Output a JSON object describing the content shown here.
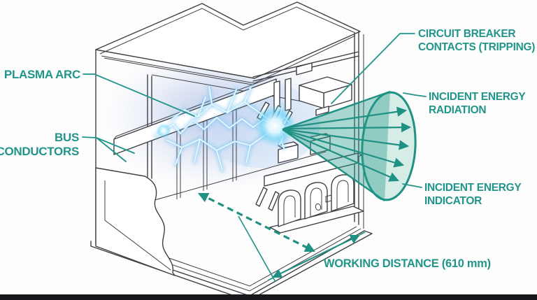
{
  "labels": {
    "plasma_arc": "PLASMA ARC",
    "bus_conductors": {
      "line1": "BUS",
      "line2": "CONDUCTORS"
    },
    "circuit_breaker": {
      "line1": "CIRCUIT BREAKER",
      "line2": "CONTACTS (TRIPPING)"
    },
    "incident_radiation": {
      "line1": "INCIDENT ENERGY",
      "line2": "RADIATION"
    },
    "incident_indicator": {
      "line1": "INCIDENT ENERGY",
      "line2": "INDICATOR"
    },
    "working_distance": "WORKING DISTANCE (610 mm)"
  },
  "measurements": {
    "working_distance_mm": "610"
  },
  "colors": {
    "label_teal": "#21958a",
    "outline_teal": "#1f9183",
    "cone_fill_teal": "#2a9d8f",
    "arc_blue": "#67d4f7",
    "arc_haze": "#b7c6e8",
    "linework": "#3f4045",
    "background": "#fdfdfd",
    "bottom_strip": "#17181c"
  }
}
